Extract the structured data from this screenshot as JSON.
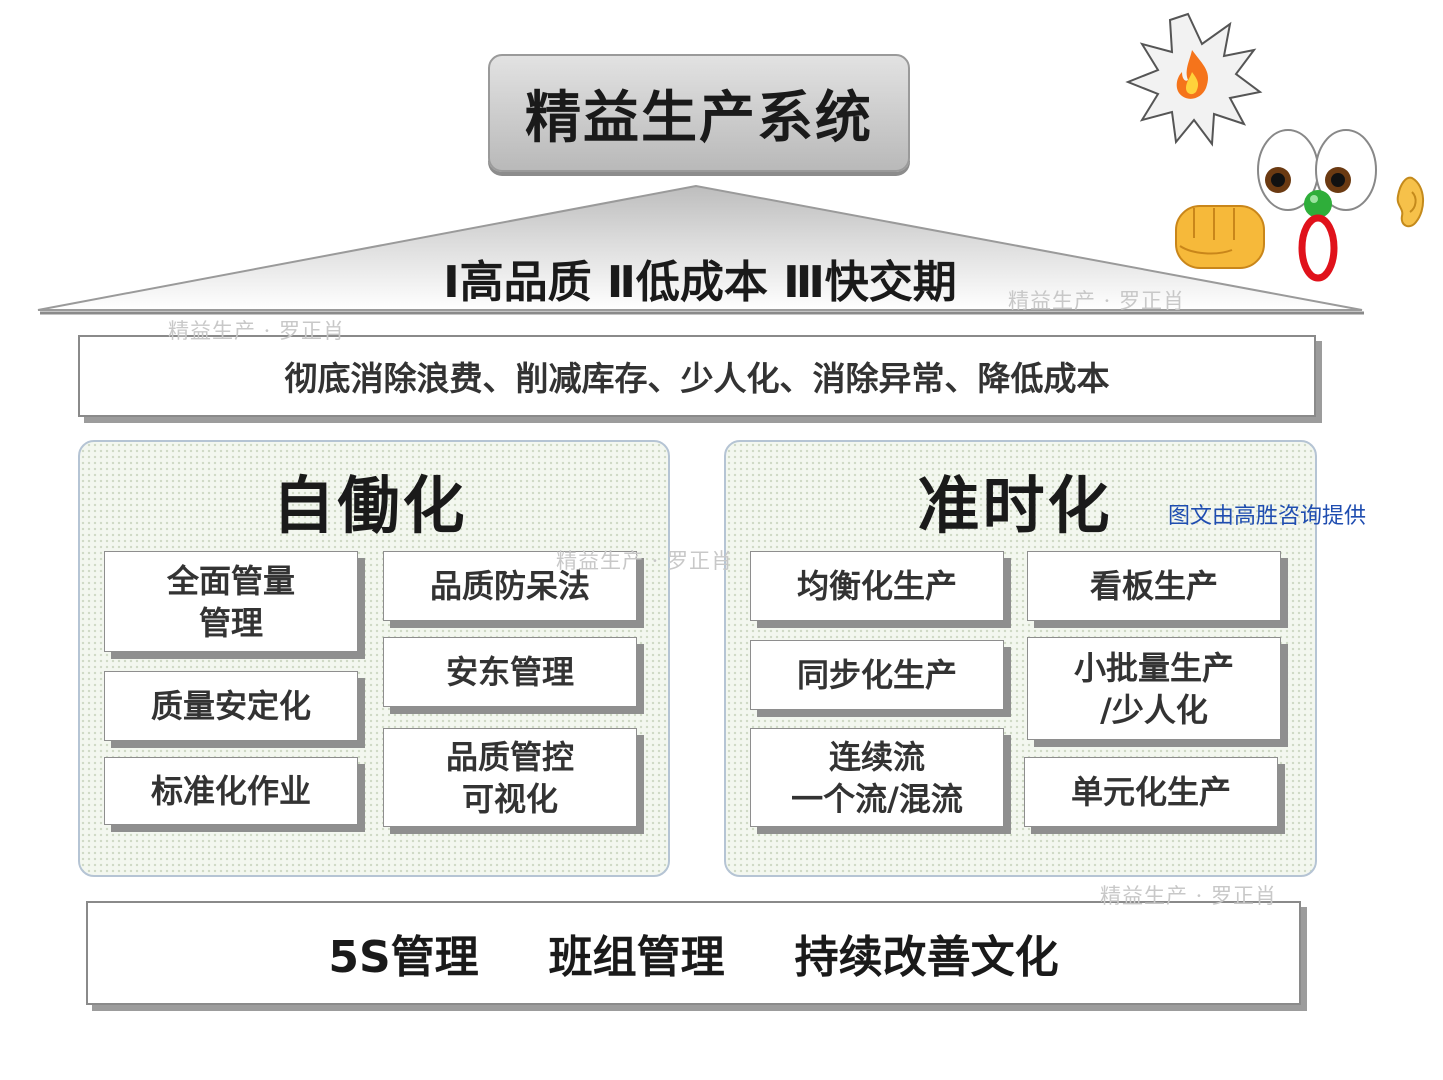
{
  "title": "精益生产系统",
  "roof": {
    "goals": "Ⅰ高品质  Ⅱ低成本 Ⅲ快交期"
  },
  "goal_band": "彻底消除浪费、削减库存、少人化、消除异常、降低成本",
  "pillars": {
    "left": {
      "title": "自働化",
      "cells": [
        "全面管量\n管理",
        "品质防呆法",
        "安东管理",
        "质量安定化",
        "标准化作业",
        "品质管控\n可视化"
      ]
    },
    "right": {
      "title": "准时化",
      "cells": [
        "均衡化生产",
        "看板生产",
        "同步化生产",
        "小批量生产\n/少人化",
        "连续流\n一个流/混流",
        "单元化生产"
      ]
    }
  },
  "foundation": {
    "items": [
      "5S管理",
      "班组管理",
      "持续改善文化"
    ]
  },
  "watermarks": [
    "精益生产 · 罗正肖",
    "精益生产 · 罗正肖",
    "精益生产 · 罗正肖",
    "精益生产 · 罗正肖"
  ],
  "provider_note": "图文由高胜咨询提供",
  "decorations": {
    "icons": [
      "explosion-fire-icon",
      "eyes-icon",
      "nose-icon",
      "mouth-icon",
      "ear-icon",
      "fist-icon"
    ]
  },
  "colors": {
    "title_gradient_top": "#e2e2e2",
    "title_gradient_bottom": "#b9b9b9",
    "pillar_border": "#b5c4d4",
    "pillar_fill": "#f3f7ef",
    "shadow": "#8f8f8f",
    "provider_note": "#1f4db0"
  }
}
